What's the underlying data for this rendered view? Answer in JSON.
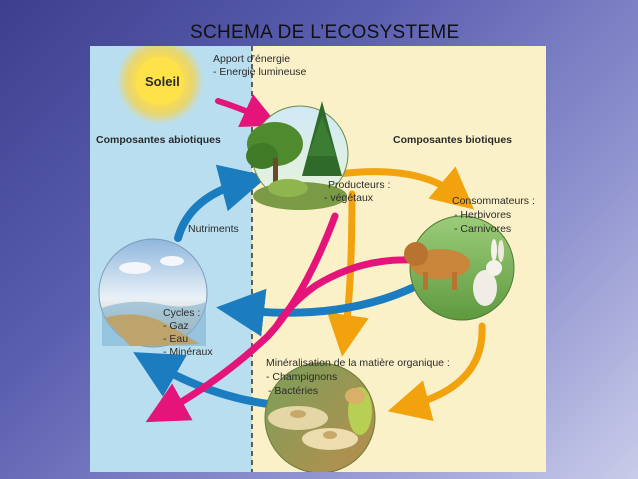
{
  "title": "SCHEMA DE L’ECOSYSTEME",
  "sun": {
    "label": "Soleil"
  },
  "energy": {
    "line1": "Apport d’énergie",
    "line2": "- Energie lumineuse"
  },
  "abiotic": {
    "heading": "Composantes abiotiques"
  },
  "biotic": {
    "heading": "Composantes biotiques"
  },
  "producers": {
    "line1": "Producteurs :",
    "line2": "- végétaux"
  },
  "consumers": {
    "line1": "Consommateurs :",
    "line2": "- Herbivores",
    "line3": "- Carnivores"
  },
  "nutrients": {
    "label": "Nutriments"
  },
  "cycles": {
    "line1": "Cycles :",
    "line2": "- Gaz",
    "line3": "- Eau",
    "line4": "- Minéraux"
  },
  "mineralisation": {
    "line1": "Minéralisation de la matière organique :",
    "line2": "- Champignons",
    "line3": "- Bactéries"
  },
  "colors": {
    "abiotic_bg": "#b9def0",
    "biotic_bg": "#fbf1c8",
    "arrow_pink": "#e5147a",
    "arrow_blue": "#1b7dbf",
    "arrow_orange": "#f2a20c"
  }
}
